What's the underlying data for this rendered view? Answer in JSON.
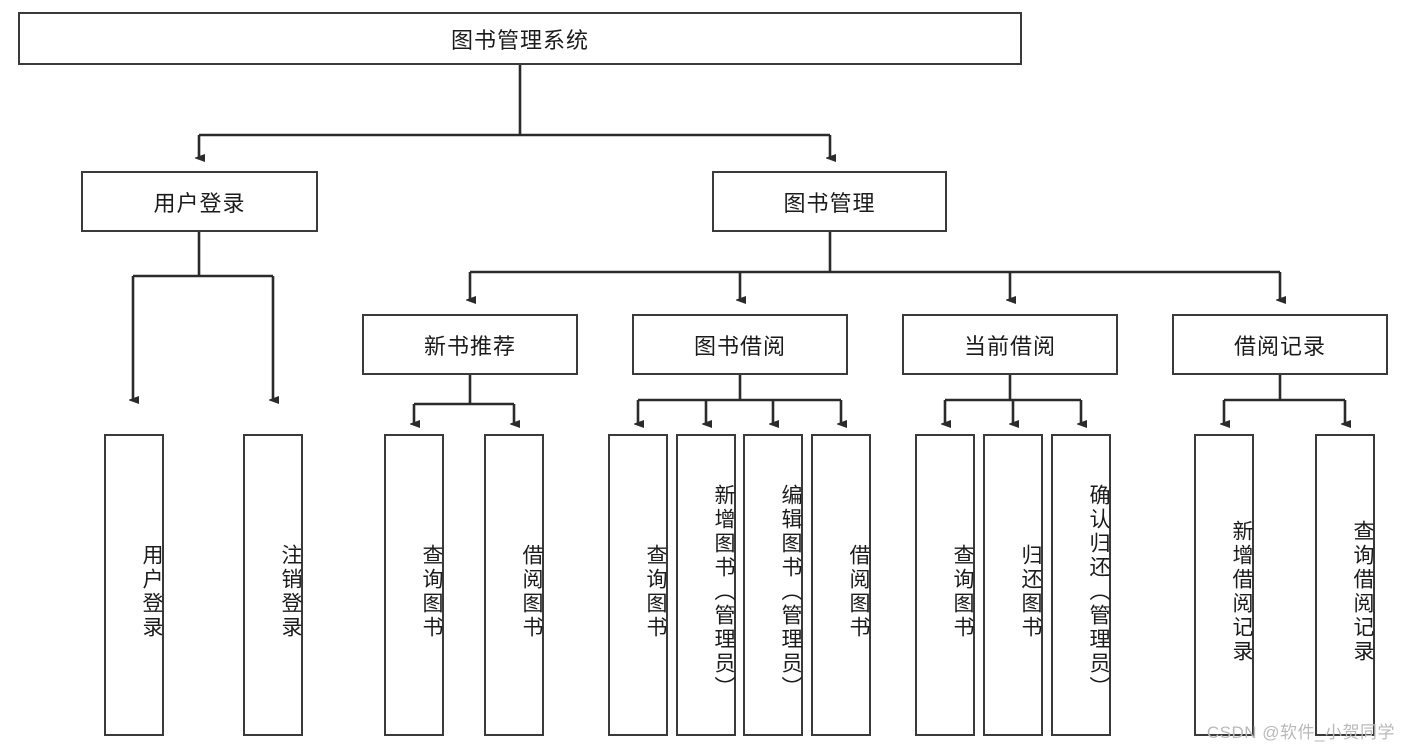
{
  "diagram": {
    "title": "图书管理系统",
    "type": "hierarchy-tree",
    "watermark": "CSDN @软件_小贺同学",
    "colors": {
      "node_border": "#3a3a3a",
      "node_fill": "#ffffff",
      "edge": "#2b2b2b",
      "text": "#1b1b1b",
      "watermark": "#b9b9b9",
      "background": "#ffffff"
    },
    "root": {
      "label": "图书管理系统"
    },
    "level2": [
      {
        "label": "用户登录"
      },
      {
        "label": "图书管理"
      }
    ],
    "level3": [
      {
        "label": "新书推荐"
      },
      {
        "label": "图书借阅"
      },
      {
        "label": "当前借阅"
      },
      {
        "label": "借阅记录"
      }
    ],
    "leaves": {
      "user_login": [
        {
          "label": "用户登录"
        },
        {
          "label": "注销登录"
        }
      ],
      "new_book_recommend": [
        {
          "label": "查询图书"
        },
        {
          "label": "借阅图书"
        }
      ],
      "book_borrow": [
        {
          "label": "查询图书"
        },
        {
          "label": "新增图书（管理员）"
        },
        {
          "label": "编辑图书（管理员）"
        },
        {
          "label": "借阅图书"
        }
      ],
      "current_borrow": [
        {
          "label": "查询图书"
        },
        {
          "label": "归还图书"
        },
        {
          "label": "确认归还（管理员）"
        }
      ],
      "borrow_record": [
        {
          "label": "新增借阅记录"
        },
        {
          "label": "查询借阅记录"
        }
      ]
    }
  }
}
